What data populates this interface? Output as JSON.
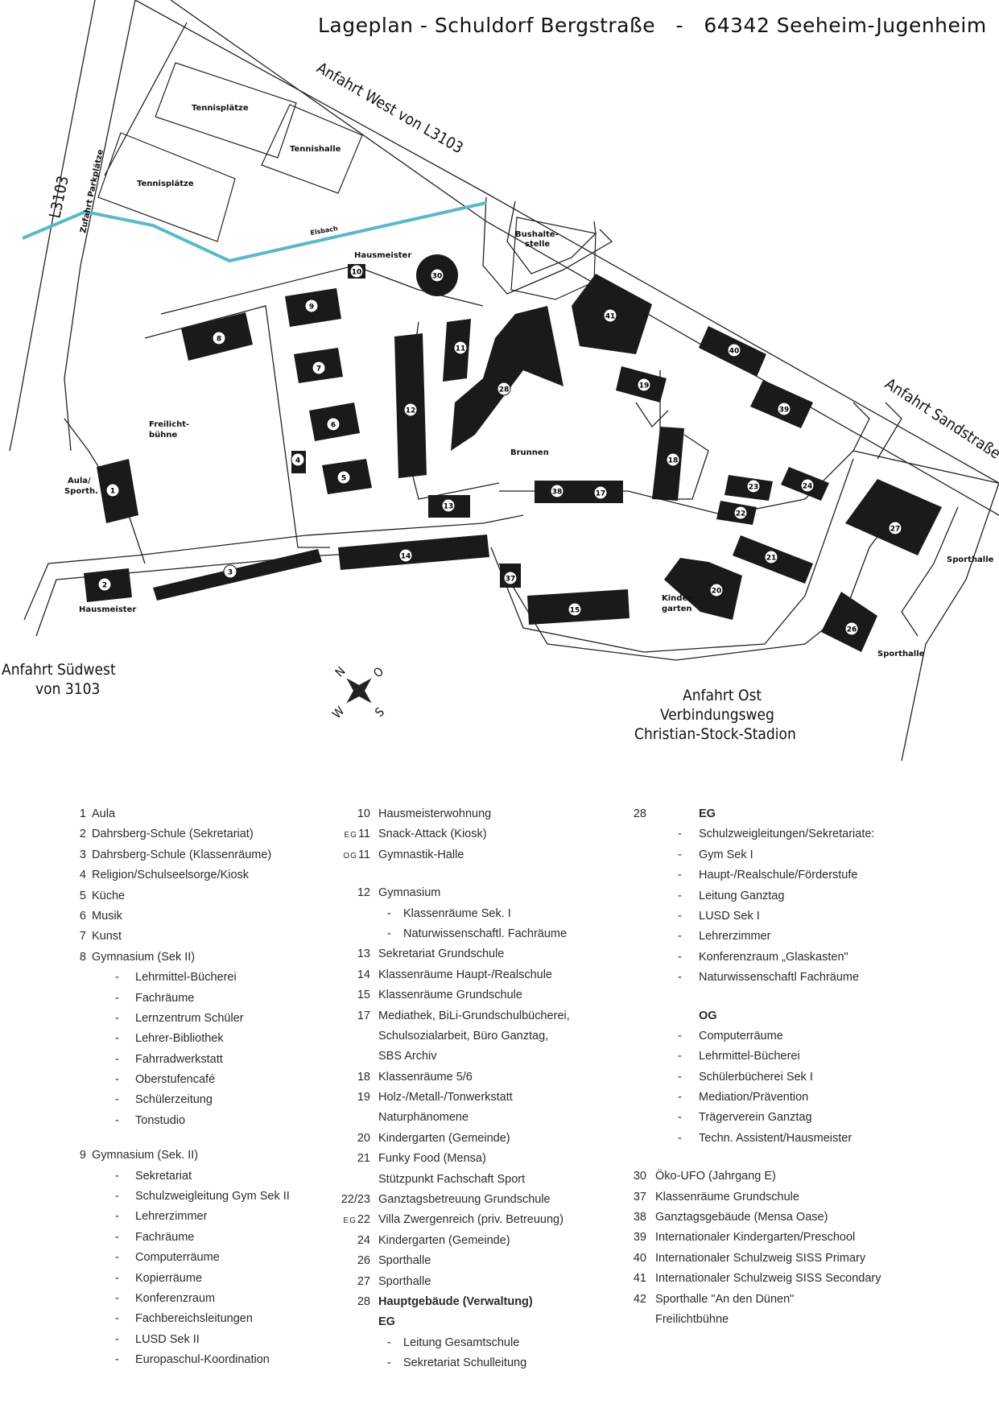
{
  "title": "Lageplan - Schuldorf Bergstraße   -   64342 Seeheim-Jugenheim",
  "colors": {
    "building": "#1a1a1a",
    "stream": "#5bb8c8",
    "line": "#222222"
  },
  "map": {
    "roads": {
      "west": "Anfahrt West von L3103",
      "sandstrasse": "Anfahrt Sandstraße",
      "l3103": "L3103",
      "zufahrt": "Zufahrt Parkplätze",
      "suedwest_1": "Anfahrt Südwest",
      "suedwest_2": "von 3103",
      "ost_1": "Anfahrt Ost",
      "ost_2": "Verbindungsweg",
      "ost_3": "Christian-Stock-Stadion"
    },
    "places": {
      "tennis1": "Tennisplätze",
      "tennishalle": "Tennishalle",
      "tennis2": "Tennisplätze",
      "elsbach": "Elsbach",
      "hausmeister_top": "Hausmeister",
      "bus_1": "Bushalte-",
      "bus_2": "stelle",
      "freilicht_1": "Freilicht-",
      "freilicht_2": "bühne",
      "aula_1": "Aula/",
      "aula_2": "Sporth.",
      "hausmeister_bottom": "Hausmeister",
      "brunnen": "Brunnen",
      "kiga_1": "Kinder-",
      "kiga_2": "garten",
      "sporthalle_27": "Sporthalle",
      "sporthalle_26": "Sporthalle"
    },
    "compass": {
      "w": "W",
      "n": "N",
      "s": "S",
      "o": "O"
    },
    "buildings": [
      "1",
      "2",
      "3",
      "4",
      "5",
      "6",
      "7",
      "8",
      "9",
      "10",
      "11",
      "12",
      "13",
      "14",
      "15",
      "17",
      "18",
      "19",
      "20",
      "21",
      "22",
      "23",
      "24",
      "26",
      "27",
      "28",
      "30",
      "37",
      "38",
      "39",
      "40",
      "41"
    ]
  },
  "legend": {
    "col1": [
      {
        "num": "1",
        "text": "Aula"
      },
      {
        "num": "2",
        "text": "Dahrsberg-Schule (Sekretariat)"
      },
      {
        "num": "3",
        "text": "Dahrsberg-Schule (Klassenräume)"
      },
      {
        "num": "4",
        "text": "Religion/Schulseelsorge/Kiosk"
      },
      {
        "num": "5",
        "text": "Küche"
      },
      {
        "num": "6",
        "text": "Musik"
      },
      {
        "num": "7",
        "text": "Kunst"
      },
      {
        "num": "8",
        "text": "Gymnasium (Sek II)"
      },
      {
        "sub": true,
        "text": "Lehrmittel-Bücherei"
      },
      {
        "sub": true,
        "text": "Fachräume"
      },
      {
        "sub": true,
        "text": "Lernzentrum Schüler"
      },
      {
        "sub": true,
        "text": "Lehrer-Bibliothek"
      },
      {
        "sub": true,
        "text": "Fahrradwerkstatt"
      },
      {
        "sub": true,
        "text": "Oberstufencafé"
      },
      {
        "sub": true,
        "text": "Schülerzeitung"
      },
      {
        "sub": true,
        "text": "Tonstudio"
      },
      {
        "num": "9",
        "text": "Gymnasium (Sek. II)",
        "gap": true
      },
      {
        "sub": true,
        "text": "Sekretariat"
      },
      {
        "sub": true,
        "text": "Schulzweigleitung Gym Sek II"
      },
      {
        "sub": true,
        "text": "Lehrerzimmer"
      },
      {
        "sub": true,
        "text": "Fachräume"
      },
      {
        "sub": true,
        "text": "Computerräume"
      },
      {
        "sub": true,
        "text": "Kopierräume"
      },
      {
        "sub": true,
        "text": "Konferenzraum"
      },
      {
        "sub": true,
        "text": "Fachbereichsleitungen"
      },
      {
        "sub": true,
        "text": "LUSD Sek II"
      },
      {
        "sub": true,
        "text": "Europaschul-Koordination"
      }
    ],
    "col2": [
      {
        "num": "10",
        "text": "Hausmeisterwohnung"
      },
      {
        "tag": "EG",
        "num": "11",
        "text": "Snack-Attack (Kiosk)"
      },
      {
        "tag": "OG",
        "num": "11",
        "text": "Gymnastik-Halle"
      },
      {
        "num": "12",
        "text": "Gymnasium",
        "gap2": true
      },
      {
        "sub": true,
        "text": "Klassenräume Sek. I"
      },
      {
        "sub": true,
        "text": "Naturwissenschaftl. Fachräume"
      },
      {
        "num": "13",
        "text": "Sekretariat Grundschule"
      },
      {
        "num": "14",
        "text": "Klassenräume Haupt-/Realschule"
      },
      {
        "num": "15",
        "text": "Klassenräume Grundschule"
      },
      {
        "num": "17",
        "text": "Mediathek, BiLi-Grundschulbücherei,"
      },
      {
        "text": "Schulsozialarbeit, Büro Ganztag,"
      },
      {
        "text": "SBS Archiv"
      },
      {
        "num": "18",
        "text": "Klassenräume 5/6"
      },
      {
        "num": "19",
        "text": "Holz-/Metall-/Tonwerkstatt"
      },
      {
        "text": "Naturphänomene"
      },
      {
        "num": "20",
        "text": "Kindergarten (Gemeinde)"
      },
      {
        "num": "21",
        "text": "Funky Food (Mensa)"
      },
      {
        "text": "Stützpunkt Fachschaft Sport"
      },
      {
        "num": "22/23",
        "text": "Ganztagsbetreuung Grundschule"
      },
      {
        "tag": "EG",
        "num": "22",
        "text": "Villa Zwergenreich (priv. Betreuung)"
      },
      {
        "num": "24",
        "text": "Kindergarten (Gemeinde)"
      },
      {
        "num": "26",
        "text": "Sporthalle"
      },
      {
        "num": "27",
        "text": "Sporthalle"
      },
      {
        "num": "28",
        "text": "Hauptgebäude (Verwaltung)",
        "bold": true
      },
      {
        "text": "EG",
        "bold": true
      },
      {
        "sub": true,
        "text": "Leitung Gesamtschule"
      },
      {
        "sub": true,
        "text": "Sekretariat Schulleitung"
      }
    ],
    "col3": [
      {
        "num": "28",
        "text": "EG",
        "head": true
      },
      {
        "sub": true,
        "text": "Schulzweigleitungen/Sekretariate:"
      },
      {
        "sub": true,
        "text": "Gym Sek I"
      },
      {
        "sub": true,
        "text": "Haupt-/Realschule/Förderstufe"
      },
      {
        "sub": true,
        "text": "Leitung Ganztag"
      },
      {
        "sub": true,
        "text": "LUSD Sek I"
      },
      {
        "sub": true,
        "text": "Lehrerzimmer"
      },
      {
        "sub": true,
        "text": "Konferenzraum „Glaskasten\""
      },
      {
        "sub": true,
        "text": "Naturwissenschaftl Fachräume"
      },
      {
        "text": "OG",
        "head": true,
        "gap2": true
      },
      {
        "sub": true,
        "text": "Computerräume"
      },
      {
        "sub": true,
        "text": "Lehrmittel-Bücherei"
      },
      {
        "sub": true,
        "text": "Schülerbücherei Sek I"
      },
      {
        "sub": true,
        "text": "Mediation/Prävention"
      },
      {
        "sub": true,
        "text": "Trägerverein Ganztag"
      },
      {
        "sub": true,
        "text": "Techn. Assistent/Hausmeister"
      },
      {
        "num": "30",
        "text": "Öko-UFO (Jahrgang E)",
        "gap2": true
      },
      {
        "num": "37",
        "text": "Klassenräume Grundschule"
      },
      {
        "num": "38",
        "text": "Ganztagsgebäude (Mensa Oase)"
      },
      {
        "num": "39",
        "text": "Internationaler Kindergarten/Preschool"
      },
      {
        "num": "40",
        "text": "Internationaler Schulzweig SISS Primary"
      },
      {
        "num": "41",
        "text": "Internationaler Schulzweig SISS Secondary"
      },
      {
        "num": "42",
        "text": "Sporthalle \"An den Dünen\""
      },
      {
        "text": "Freilichtbühne"
      }
    ],
    "dash": "-"
  }
}
